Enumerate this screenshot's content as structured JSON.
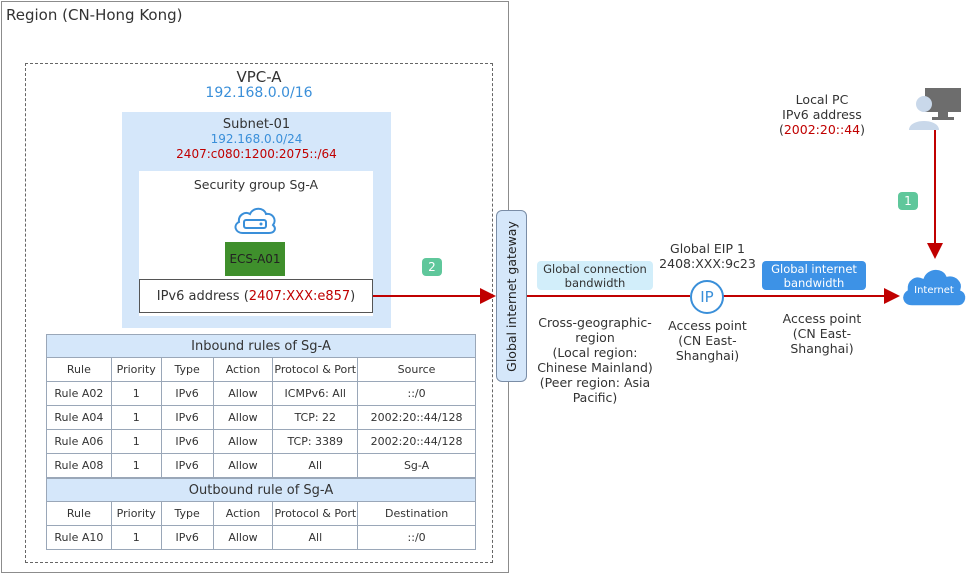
{
  "region": {
    "title": "Region (CN-Hong Kong)"
  },
  "vpc": {
    "name": "VPC-A",
    "cidr": "192.168.0.0/16"
  },
  "subnet": {
    "name": "Subnet-01",
    "cidr": "192.168.0.0/24",
    "ipv6_cidr": "2407:c080:1200:2075::/64"
  },
  "security_group": {
    "title": "Security group Sg-A"
  },
  "ecs": {
    "name": "ECS-A01",
    "ipv6_label": "IPv6 address (",
    "ipv6_value": "2407:XXX:e857",
    "ipv6_close": ")"
  },
  "inbound": {
    "title": "Inbound rules of Sg-A",
    "headers": [
      "Rule",
      "Priority",
      "Type",
      "Action",
      "Protocol & Port",
      "Source"
    ],
    "rows": [
      [
        "Rule A02",
        "1",
        "IPv6",
        "Allow",
        "ICMPv6: All",
        "::/0"
      ],
      [
        "Rule A04",
        "1",
        "IPv6",
        "Allow",
        "TCP: 22",
        "2002:20::44/128"
      ],
      [
        "Rule A06",
        "1",
        "IPv6",
        "Allow",
        "TCP: 3389",
        "2002:20::44/128"
      ],
      [
        "Rule A08",
        "1",
        "IPv6",
        "Allow",
        "All",
        "Sg-A"
      ]
    ]
  },
  "outbound": {
    "title": "Outbound rule of Sg-A",
    "headers": [
      "Rule",
      "Priority",
      "Type",
      "Action",
      "Protocol & Port",
      "Destination"
    ],
    "rows": [
      [
        "Rule A10",
        "1",
        "IPv6",
        "Allow",
        "All",
        "::/0"
      ]
    ]
  },
  "gateway": {
    "label": "Global internet gateway"
  },
  "badges": {
    "step1": "1",
    "step2": "2"
  },
  "global_connection": {
    "label": "Global connection bandwidth",
    "line1": "Global connection",
    "line2": "bandwidth"
  },
  "cross_region": {
    "lines": [
      "Cross-geographic-",
      "region",
      "(Local region:",
      "Chinese Mainland)",
      "(Peer region: Asia",
      "Pacific)"
    ]
  },
  "eip": {
    "title": "Global EIP 1",
    "address": "2408:XXX:9c23",
    "icon_text": "IP",
    "access_lines": [
      "Access point",
      "(CN East-",
      "Shanghai)"
    ]
  },
  "internet_bandwidth": {
    "line1": "Global internet",
    "line2": "bandwidth"
  },
  "access_point_right": {
    "lines": [
      "Access point",
      "(CN East-",
      "Shanghai)"
    ]
  },
  "local_pc": {
    "line1": "Local PC",
    "line2": "IPv6 address",
    "open": "(",
    "address": "2002:20::44",
    "close": ")"
  },
  "internet": {
    "label": "Internet"
  },
  "colors": {
    "arrow": "#c00000",
    "light_blue": "#d5e7fa",
    "accent_blue": "#3d92e6",
    "badge_green": "#5fc79b",
    "ecs_green": "#3f8f2c"
  }
}
